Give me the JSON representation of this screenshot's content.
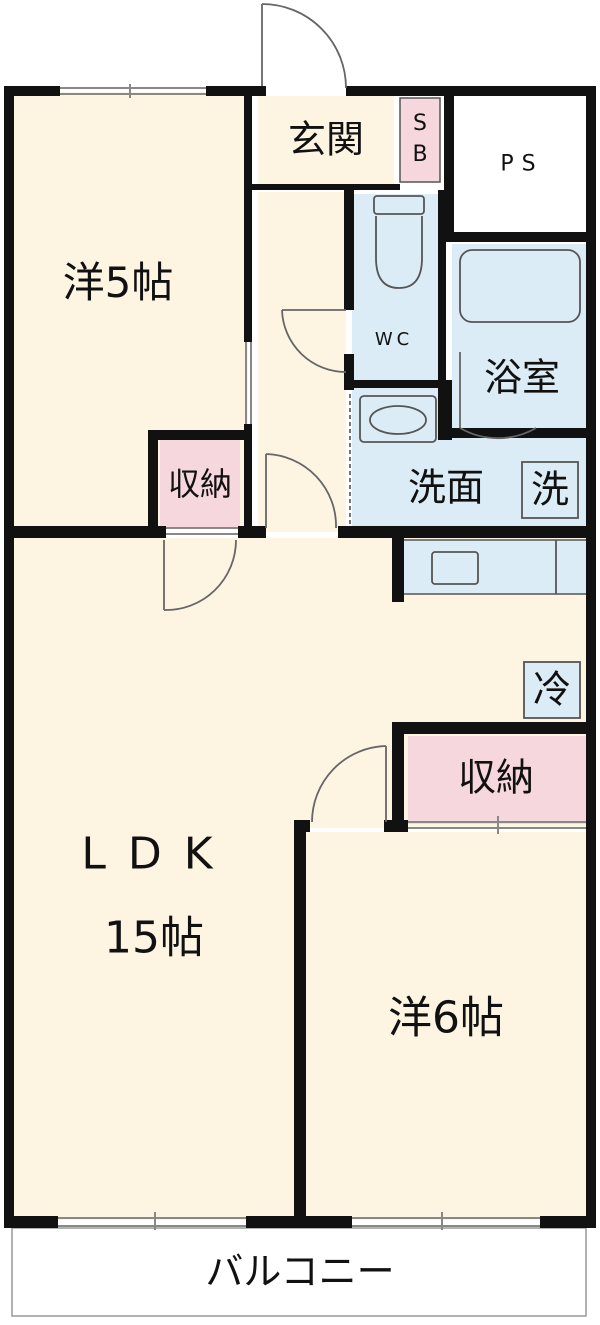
{
  "rooms": {
    "western_5": "洋5帖",
    "entrance": "玄関",
    "shoe_box": "SB",
    "ps": "PS",
    "wc": "WC",
    "bath": "浴室",
    "washroom": "洗面",
    "washer": "洗",
    "storage_a": "収納",
    "fridge": "冷",
    "storage_b": "収納",
    "ldk": "LDK",
    "ldk_size": "15帖",
    "western_6": "洋6帖",
    "balcony": "バルコニー"
  },
  "colors": {
    "floor": "#fdf5e2",
    "wet_area": "#dcecf6",
    "storage": "#f6d7dd",
    "wall": "#111111",
    "balcony": "#ffffff"
  }
}
